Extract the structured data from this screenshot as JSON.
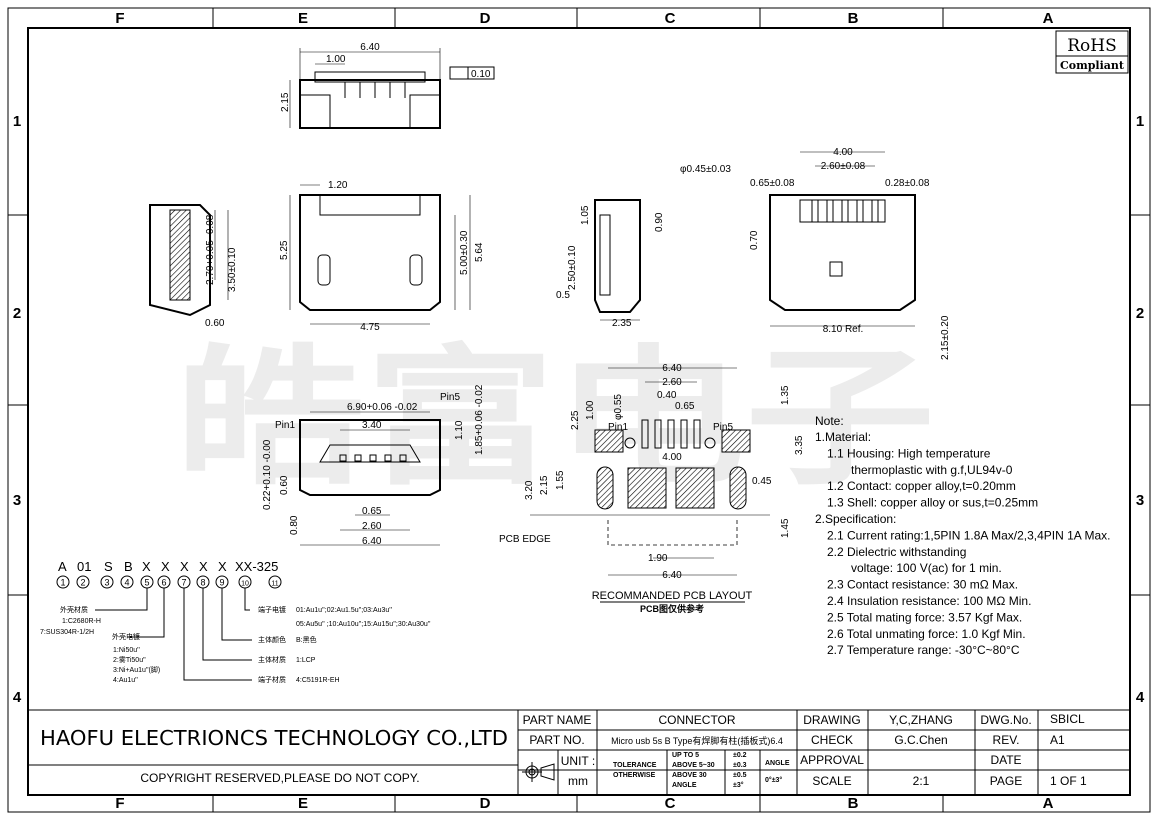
{
  "frame": {
    "columns": [
      "F",
      "E",
      "D",
      "C",
      "B",
      "A"
    ],
    "rows": [
      "1",
      "2",
      "3",
      "4"
    ]
  },
  "rohs": {
    "line1": "RoHS",
    "line2": "Compliant"
  },
  "watermark": "皓富电子",
  "top_view": {
    "width": "6.40",
    "pitch": "1.00",
    "height": "2.15",
    "flatness": "0.10"
  },
  "side_view_left": {
    "h1": "2.70+0.05 -0.08",
    "h2": "3.50±0.10",
    "w": "0.60"
  },
  "front_view": {
    "top": "1.20",
    "h1": "5.25",
    "h2": "5.00±0.30",
    "h3": "5.64",
    "w": "4.75"
  },
  "side_view_right": {
    "d1": "1.05",
    "d2": "2.50±0.10",
    "d3": "0.90",
    "d4": "0.5",
    "d5": "2.35"
  },
  "rear_view": {
    "hole": "φ0.45±0.03",
    "d1": "0.65±0.08",
    "d2": "2.60±0.08",
    "d3": "4.00",
    "d4": "0.28±0.08",
    "d5": "0.70",
    "d6": "8.10 Ref.",
    "d7": "2.15±0.20"
  },
  "mating_view": {
    "w1": "6.90+0.06 -0.02",
    "w2": "3.40",
    "pin1": "Pin1",
    "pin5": "Pin5",
    "h1": "1.10",
    "h2": "1.85+0.06 -0.02",
    "h3": "0.22+0.10 -0.00",
    "h4": "0.60",
    "h5": "0.80",
    "p1": "0.65",
    "p2": "2.60",
    "w3": "6.40"
  },
  "pcb_layout": {
    "title": "RECOMMANDED PCB LAYOUT",
    "subtitle": "PCB图仅供参考",
    "edge_label": "PCB EDGE",
    "pin1": "Pin1",
    "pin5": "Pin5",
    "dims": {
      "w_top": "6.40",
      "p26": "2.60",
      "p040": "0.40",
      "p065": "0.65",
      "hole": "φ0.55",
      "d225": "2.25",
      "d100": "1.00",
      "d400": "4.00",
      "d135": "1.35",
      "d335": "3.35",
      "d320": "3.20",
      "d215": "2.15",
      "d155": "1.55",
      "d045": "0.45",
      "d145": "1.45",
      "d190": "1.90",
      "w_bot": "6.40"
    }
  },
  "part_code": {
    "chars": [
      "A",
      "01",
      "S",
      "B",
      "X",
      "X",
      "X",
      "X",
      "X",
      "XX-325"
    ],
    "numbers": [
      "1",
      "2",
      "3",
      "4",
      "5",
      "6",
      "7",
      "8",
      "9",
      "10",
      "11"
    ],
    "legend": [
      {
        "label": "外壳材质",
        "values": [
          "1:C2680R-H",
          "7:SUS304R-1/2H"
        ]
      },
      {
        "label": "外壳电镀",
        "values": [
          "1:Ni50u''",
          "2:雾Ti50u''",
          "3:Ni+Au1u''(脚)",
          "4:Au1u''"
        ]
      },
      {
        "label": "端子电镀",
        "values": [
          "01:Au1u'';02:Au1.5u'';03:Au3u''",
          "05:Au5u'' ;10:Au10u'';15:Au15u'';30:Au30u''"
        ]
      },
      {
        "label": "主体颜色",
        "values": [
          "B:黑色"
        ]
      },
      {
        "label": "主体材质",
        "values": [
          "1:LCP"
        ]
      },
      {
        "label": "端子材质",
        "values": [
          "4:C5191R-EH"
        ]
      }
    ]
  },
  "notes": {
    "title": "Note:",
    "lines": [
      "1.Material:",
      "1.1 Housing: High temperature",
      "thermoplastic with g.f,UL94v-0",
      "1.2 Contact: copper alloy,t=0.20mm",
      "1.3 Shell: copper alloy or sus,t=0.25mm",
      "2.Specification:",
      "2.1 Current rating:1,5PIN 1.8A Max/2,3,4PIN 1A Max.",
      "2.2 Dielectric withstanding",
      "voltage: 100 V(ac) for 1 min.",
      "2.3 Contact resistance: 30 mΩ Max.",
      "2.4 Insulation resistance: 100 MΩ Min.",
      "2.5 Total mating force: 3.57 Kgf Max.",
      "2.6 Total unmating force: 1.0 Kgf Min.",
      "2.7 Temperature range: -30°C~80°C"
    ]
  },
  "title_block": {
    "company": "HAOFU ELECTRIONCS TECHNOLOGY CO.,LTD",
    "copyright": "COPYRIGHT RESERVED,PLEASE DO NOT COPY.",
    "part_name_label": "PART NAME",
    "part_name": "CONNECTOR",
    "part_no_label": "PART NO.",
    "part_no": "Micro usb 5s B Type有焊脚有柱(插板式)6.4",
    "unit_label": "UNIT :",
    "unit": "mm",
    "tolerance_label_1": "TOLERANCE",
    "tolerance_label_2": "OTHERWISE",
    "tol_rows": [
      {
        "range": "UP TO 5",
        "tol": "±0.2"
      },
      {
        "range": "ABOVE 5~30",
        "tol": "±0.3"
      },
      {
        "range": "ABOVE 30",
        "tol": "±0.5"
      },
      {
        "range": "ANGLE",
        "tol": "±3°"
      }
    ],
    "angle_label": "ANGLE",
    "angle_value": "0°±3°",
    "drawing_label": "DRAWING",
    "drawing": "Y,C,ZHANG",
    "check_label": "CHECK",
    "check": "G.C.Chen",
    "approval_label": "APPROVAL",
    "approval": "",
    "scale_label": "SCALE",
    "scale": "2:1",
    "dwg_label": "DWG.No.",
    "dwg": "SBICL",
    "rev_label": "REV.",
    "rev": "A1",
    "date_label": "DATE",
    "date": "",
    "page_label": "PAGE",
    "page": "1 OF 1"
  }
}
